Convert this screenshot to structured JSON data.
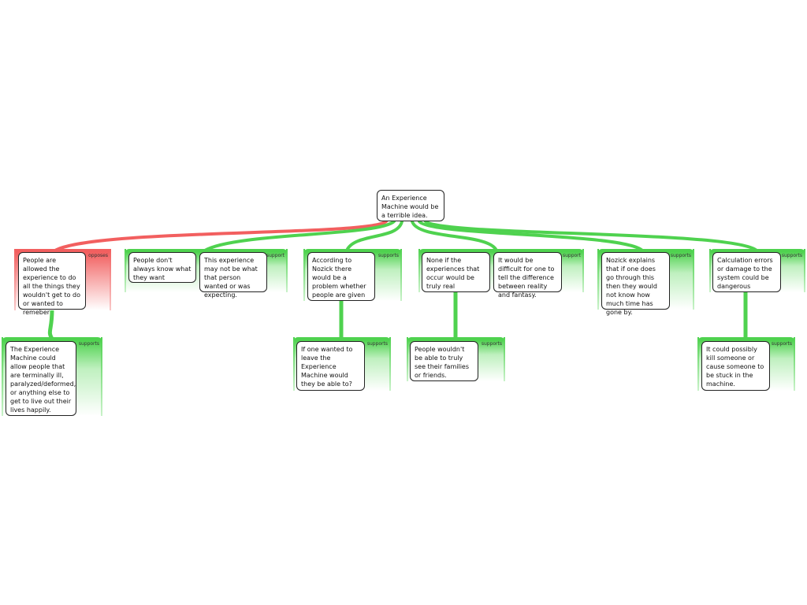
{
  "root": {
    "text": "An Experience Machine would be a terrible idea."
  },
  "groups": [
    {
      "relation": "opposes",
      "color": "#f25f5f",
      "nodes": [
        "People are allowed the experience to do all the things they wouldn't get to do or wanted to remeber"
      ]
    },
    {
      "relation": "support",
      "color": "#4fd24f",
      "nodes": [
        "People don't always know what they want",
        "This experience may not be what that person wanted or was expecting."
      ]
    },
    {
      "relation": "supports",
      "color": "#4fd24f",
      "nodes": [
        "According to Nozick there would be a problem whether people are given the right of \"free will"
      ]
    },
    {
      "relation": "support",
      "color": "#4fd24f",
      "nodes": [
        "None if the experiences that occur would be truly real",
        "It would be difficult for one to tell the difference between reality and fantasy."
      ]
    },
    {
      "relation": "supports",
      "color": "#4fd24f",
      "nodes": [
        "Nozick explains that if one does go through this then they would not know how much time has gone by."
      ]
    },
    {
      "relation": "supports",
      "color": "#4fd24f",
      "nodes": [
        "Calculation errors or damage to the system could be dangerous"
      ]
    }
  ],
  "children": [
    {
      "relation": "supports",
      "text": "The Experience Machine could allow people that are terminally ill, paralyzed/deformed, or anything else to get to live out their lives happily."
    },
    {
      "relation": "supports",
      "text": "If one wanted to leave the Experience Machine would they be able to?"
    },
    {
      "relation": "supports",
      "text": "People wouldn't be able to truly see their families or friends."
    },
    {
      "relation": "supports",
      "text": "It could possibly kill someone or cause someone to be stuck in the machine."
    }
  ]
}
